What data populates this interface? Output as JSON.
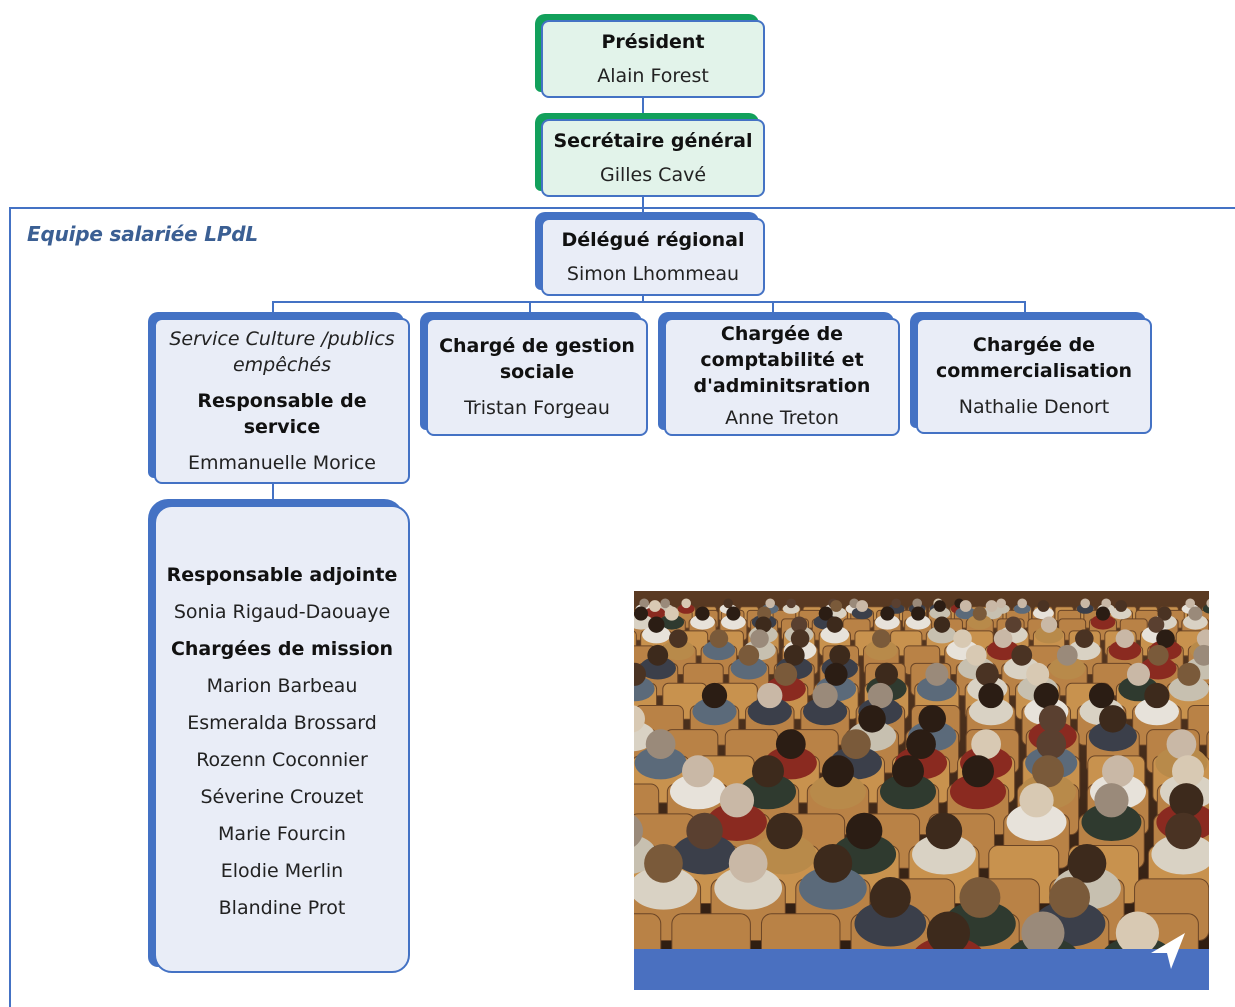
{
  "president": {
    "title": "Président",
    "name": "Alain Forest"
  },
  "secretary": {
    "title": "Secrétaire général",
    "name": "Gilles Cavé"
  },
  "team_label": "Equipe salariée LPdL",
  "delegate": {
    "title": "Délégué régional",
    "name": "Simon Lhommeau"
  },
  "culture": {
    "service": "Service Culture /publics empêchés",
    "title": "Responsable de service",
    "name": "Emmanuelle Morice"
  },
  "social": {
    "title": "Chargé de gestion sociale",
    "name": "Tristan Forgeau"
  },
  "accounting": {
    "title": "Chargée de comptabilité et d'adminitsration",
    "name": "Anne Treton"
  },
  "commercial": {
    "title": "Chargée de commercialisation",
    "name": "Nathalie Denort"
  },
  "team": {
    "deputy_title": "Responsable adjointe",
    "deputy_name": "Sonia Rigaud-Daouaye",
    "mission_title": "Chargées de mission",
    "members": [
      "Marion Barbeau",
      "Esmeralda Brossard",
      "Rozenn Coconnier",
      "Séverine Crouzet",
      "Marie Fourcin",
      "Elodie Merlin",
      "Blandine Prot"
    ]
  },
  "colors": {
    "green": "#12a05b",
    "blue": "#4472c4",
    "team_label": "#3b5f93"
  },
  "photo": {
    "icon": "navigation-arrow-icon"
  }
}
